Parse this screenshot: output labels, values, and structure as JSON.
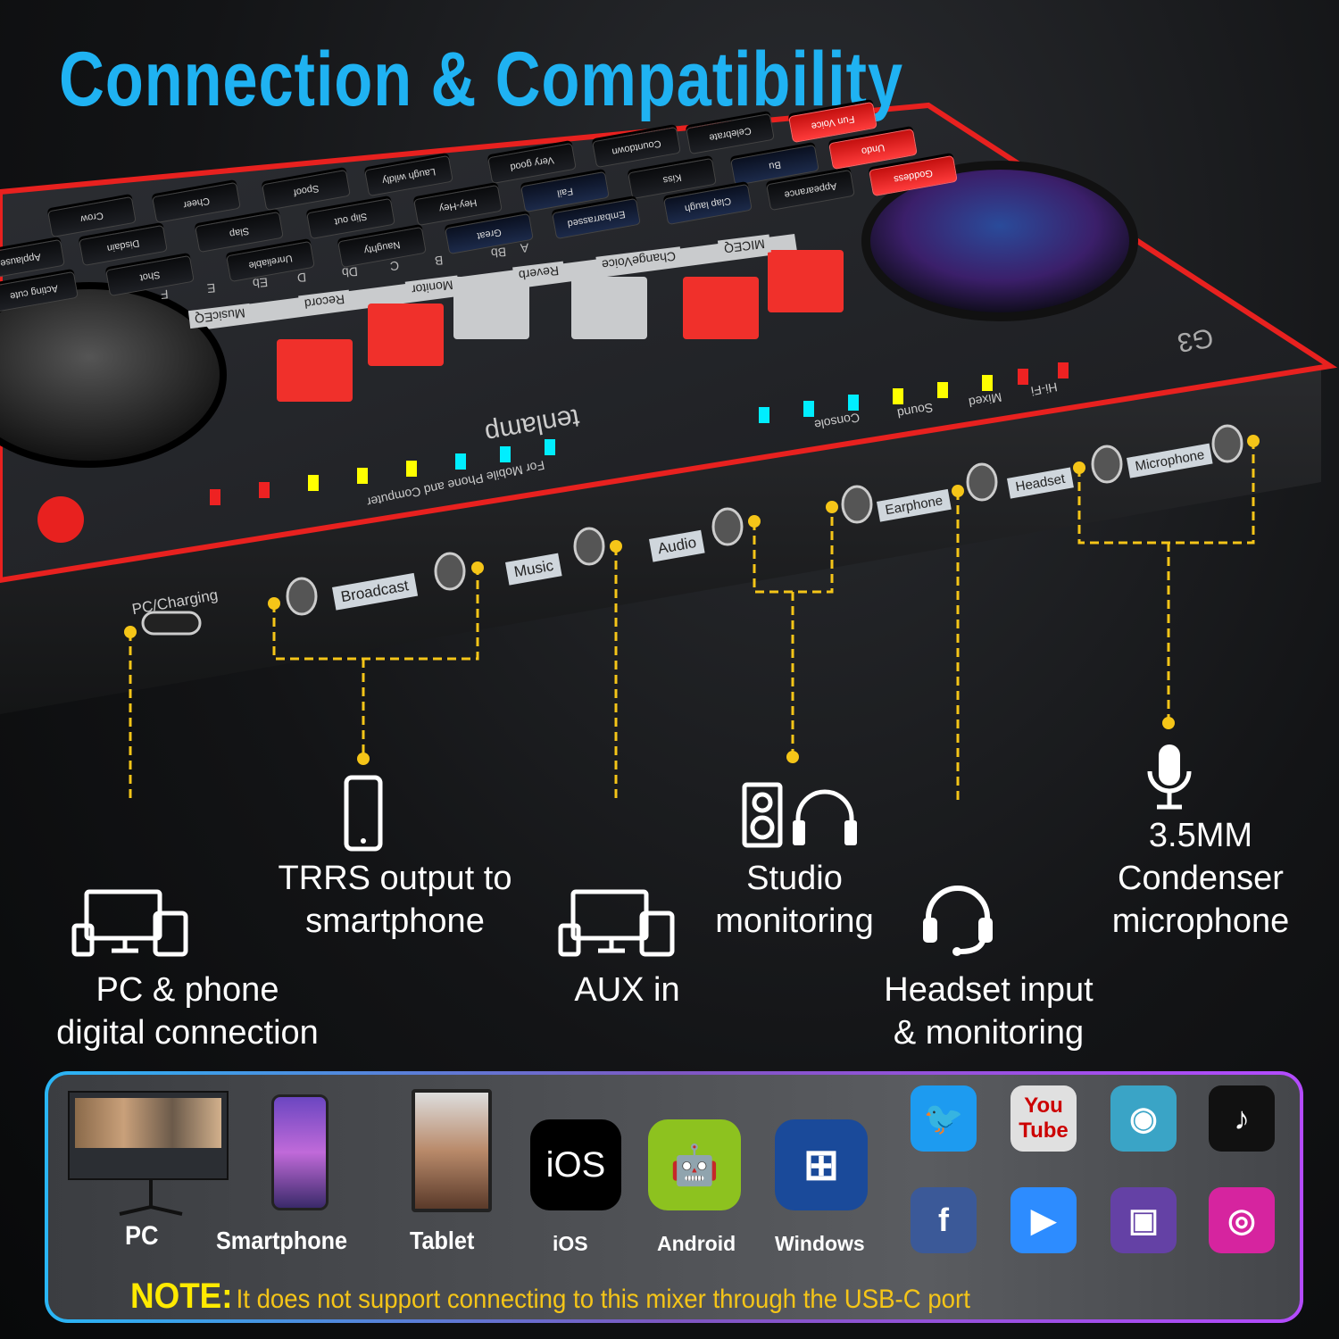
{
  "title": "Connection & Compatibility",
  "colors": {
    "title": "#1fb2f2",
    "callout_line": "#f5c518",
    "note_label": "#ffea00",
    "note_text": "#f5c518",
    "accent_red": "#e8211f"
  },
  "mixer": {
    "brand": "tenlamp",
    "model": "G3",
    "top_caption": "For Mobile Phone and Computer",
    "buttons": [
      {
        "label": "Celebrate",
        "style": "dark"
      },
      {
        "label": "Countdown",
        "style": "dark"
      },
      {
        "label": "Very good",
        "style": "dark"
      },
      {
        "label": "Laugh wildly",
        "style": "dark"
      },
      {
        "label": "Spoof",
        "style": "dark"
      },
      {
        "label": "Cheer",
        "style": "dark"
      },
      {
        "label": "Crow",
        "style": "dark"
      },
      {
        "label": "Bu",
        "style": "blue"
      },
      {
        "label": "Kiss",
        "style": "dark"
      },
      {
        "label": "Fail",
        "style": "blue"
      },
      {
        "label": "Hey-Hey",
        "style": "dark"
      },
      {
        "label": "Slip out",
        "style": "dark"
      },
      {
        "label": "Slap",
        "style": "dark"
      },
      {
        "label": "Disdain",
        "style": "dark"
      },
      {
        "label": "Applause",
        "style": "dark"
      },
      {
        "label": "Appearance",
        "style": "dark"
      },
      {
        "label": "Clap laugh",
        "style": "blue"
      },
      {
        "label": "Embarrassed",
        "style": "blue"
      },
      {
        "label": "Great",
        "style": "blue"
      },
      {
        "label": "Naughty",
        "style": "dark"
      },
      {
        "label": "Unreliable",
        "style": "dark"
      },
      {
        "label": "Shot",
        "style": "dark"
      },
      {
        "label": "Acting cute",
        "style": "dark"
      },
      {
        "label": "Fun Voice",
        "style": "red"
      },
      {
        "label": "Undo",
        "style": "red"
      },
      {
        "label": "Goddess",
        "style": "red"
      }
    ],
    "key_labels": [
      "A",
      "Bb",
      "B",
      "C",
      "Db",
      "D",
      "Eb",
      "E",
      "F"
    ],
    "strip_labels": [
      "MICEQ",
      "ChangeVoice",
      "Reverb",
      "Monitor",
      "Record",
      "MusicEQ"
    ],
    "mode_labels": [
      "Hi-Fi",
      "Mixed",
      "Sound",
      "Console"
    ],
    "ports": {
      "pc": "PC/Charging",
      "broadcast": "Broadcast",
      "music": "Music",
      "audio": "Audio",
      "earphone": "Earphone",
      "headset": "Headset",
      "microphone": "Microphone"
    }
  },
  "callouts": [
    {
      "id": "pc",
      "icon": "pc-phone-tablet-icon",
      "text": [
        "PC & phone",
        "digital connection"
      ]
    },
    {
      "id": "trrs",
      "icon": "smartphone-icon",
      "text": [
        "TRRS output to",
        "smartphone"
      ]
    },
    {
      "id": "aux",
      "icon": "pc-phone-tablet-icon",
      "text": [
        "AUX in"
      ]
    },
    {
      "id": "studio",
      "icon": "speaker-headphones-icon",
      "text": [
        "Studio",
        "monitoring"
      ]
    },
    {
      "id": "headset",
      "icon": "headset-icon",
      "text": [
        "Headset input",
        "& monitoring"
      ]
    },
    {
      "id": "mic",
      "icon": "microphone-icon",
      "text": [
        "3.5MM",
        "Condenser",
        "microphone"
      ]
    }
  ],
  "compat": {
    "devices": [
      "PC",
      "Smartphone",
      "Tablet"
    ],
    "os": [
      "iOS",
      "Android",
      "Windows"
    ],
    "os_logo_text": "iOS",
    "apps": [
      {
        "name": "twitter-icon",
        "color": "#1d9bf0"
      },
      {
        "name": "youtube-icon",
        "color": "#e0e0e0",
        "text": "You Tube"
      },
      {
        "name": "periscope-icon",
        "color": "#3aa4c6"
      },
      {
        "name": "tiktok-icon",
        "color": "#111"
      },
      {
        "name": "facebook-icon",
        "color": "#3b5998"
      },
      {
        "name": "zoom-icon",
        "color": "#2d8cff"
      },
      {
        "name": "twitch-icon",
        "color": "#6441a5"
      },
      {
        "name": "instagram-icon",
        "color": "#d6249f"
      }
    ],
    "note_label": "NOTE:",
    "note_text": "It does not support connecting to this mixer through the USB-C port"
  }
}
